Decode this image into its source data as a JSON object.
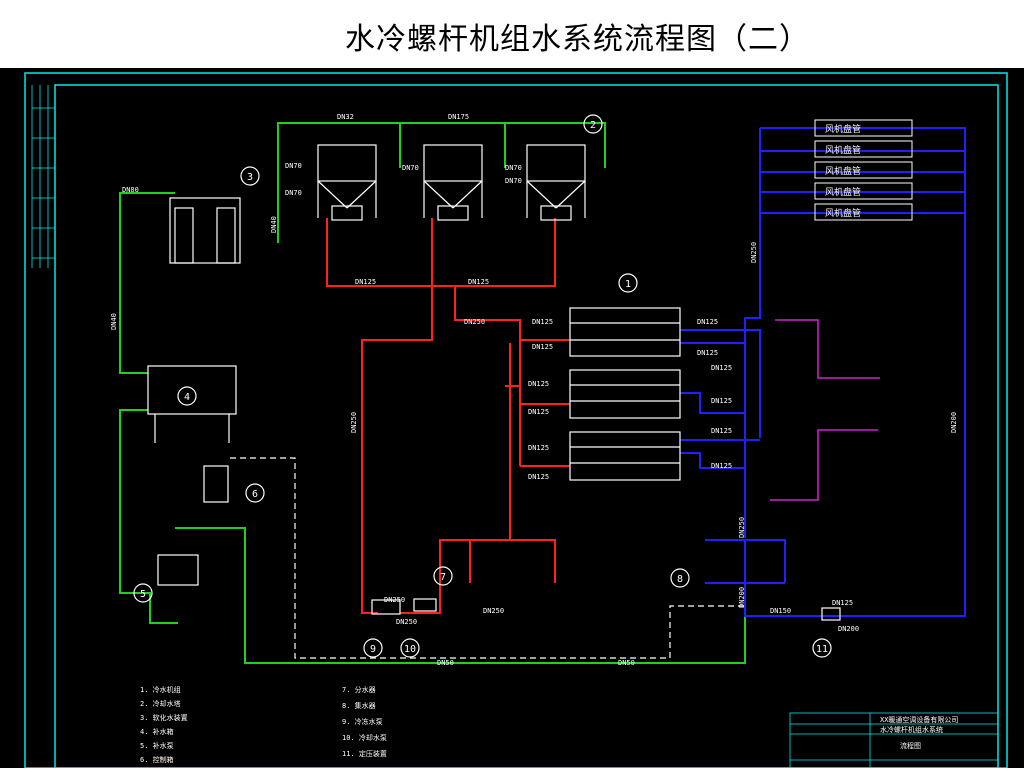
{
  "title": "水冷螺杆机组水系统流程图（二）",
  "colors": {
    "supply": "#ff2020",
    "chilled": "#2020ff",
    "cooling": "#20d020",
    "branch": "#d020d0",
    "frame": "#00e8e8",
    "line": "#ffffff"
  },
  "labels": {
    "top_pipe_1": "DN32",
    "top_pipe_2": "DN175",
    "tower_v1": "DN70",
    "tower_v2": "DN70",
    "tower_v3": "DN70",
    "tower_v4": "DN70",
    "tower_v5": "DN70",
    "pipe_dn40": "DN40",
    "pipe_dn125_a": "DN125",
    "pipe_dn125_b": "DN125",
    "chiller_in": "DN250",
    "ch_1a": "DN125",
    "ch_1b": "DN125",
    "ch_2a": "DN125",
    "ch_2b": "DN125",
    "ch_3a": "DN125",
    "ch_3b": "DN125",
    "ch_out_1": "DN125",
    "ch_out_2": "DN125",
    "ch_out_3": "DN125",
    "ch_out_4": "DN125",
    "ch_out_5": "DN125",
    "ch_out_6": "DN125",
    "riser_red": "DN250",
    "riser_blue": "DN250",
    "riser_blue2": "DN200",
    "pump_in": "DN250",
    "pump_out": "DN200",
    "dn250_b": "DN250",
    "dn250_c": "DN250",
    "dn50_a": "DN50",
    "dn50_b": "DN50",
    "dn150": "DN150",
    "tower_top": "DN125",
    "dn80": "DN80",
    "dn200_c": "DN200"
  },
  "ahu_units": [
    "风机盘管",
    "风机盘管",
    "风机盘管",
    "风机盘管",
    "风机盘管"
  ],
  "bubbles": [
    "1",
    "2",
    "3",
    "4",
    "5",
    "6",
    "7",
    "8",
    "9",
    "10",
    "11"
  ],
  "legend_left": [
    "1. 冷水机组",
    "2. 冷却水塔",
    "3. 软化水装置",
    "4. 补水箱",
    "5. 补水泵",
    "6. 控制箱"
  ],
  "legend_right": [
    "7. 分水器",
    "8. 集水器",
    "9. 冷冻水泵",
    "10. 冷却水泵",
    "11. 定压装置"
  ],
  "title_block": {
    "company": "XX暖通空调设备有限公司",
    "project": "水冷螺杆机组水系统",
    "drawing": "流程图"
  }
}
